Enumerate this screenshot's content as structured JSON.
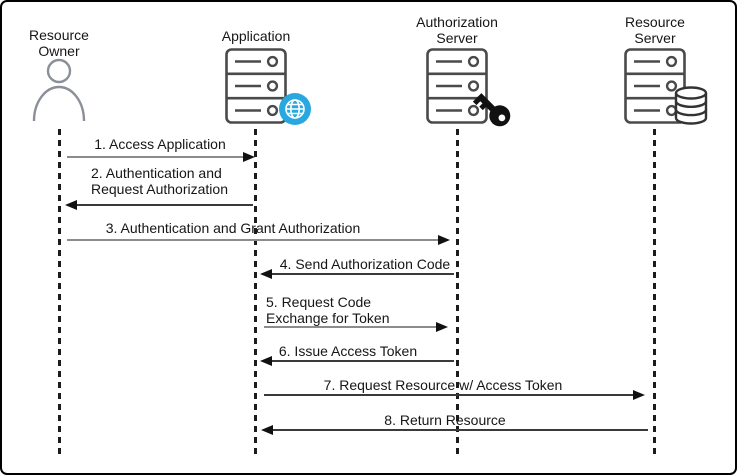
{
  "diagram": {
    "type": "sequence-diagram",
    "actors": [
      {
        "label": "Resource\nOwner",
        "icon": "person-icon"
      },
      {
        "label": "Application",
        "icon": "server-globe-icon"
      },
      {
        "label": "Authorization\nServer",
        "icon": "server-key-icon"
      },
      {
        "label": "Resource\nServer",
        "icon": "server-database-icon"
      }
    ],
    "messages": [
      {
        "label": "1. Access Application",
        "from": "Resource Owner",
        "to": "Application",
        "direction": "right"
      },
      {
        "label": "2. Authentication and\nRequest Authorization",
        "from": "Application",
        "to": "Resource Owner",
        "direction": "left"
      },
      {
        "label": "3. Authentication and Grant Authorization",
        "from": "Resource Owner",
        "to": "Authorization Server",
        "direction": "right"
      },
      {
        "label": "4. Send Authorization Code",
        "from": "Authorization Server",
        "to": "Application",
        "direction": "left"
      },
      {
        "label": "5. Request Code\nExchange for Token",
        "from": "Application",
        "to": "Authorization Server",
        "direction": "right"
      },
      {
        "label": "6. Issue Access Token",
        "from": "Authorization Server",
        "to": "Application",
        "direction": "left"
      },
      {
        "label": "7. Request Resource w/ Access Token",
        "from": "Application",
        "to": "Resource Server",
        "direction": "right"
      },
      {
        "label": "8. Return Resource",
        "from": "Resource Server",
        "to": "Application",
        "direction": "left"
      }
    ],
    "colors": {
      "globe_badge": "#29A8E0",
      "key_badge": "#111111",
      "server_outline": "#4a4a4a",
      "person_outline": "#8a8f98",
      "arrow_gray": "#8c8c8c",
      "arrow_dark": "#3a3a3a"
    }
  }
}
